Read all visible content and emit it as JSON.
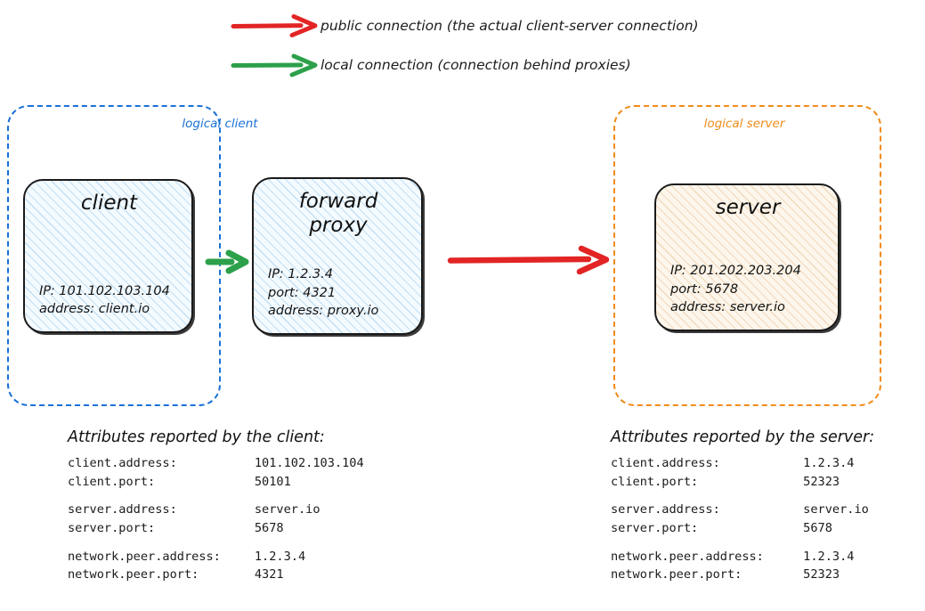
{
  "legend": {
    "items": [
      {
        "color": "#e22424",
        "icon": "arrow-right-icon",
        "label": "public connection (the actual client-server connection)"
      },
      {
        "color": "#2ca04a",
        "icon": "arrow-right-icon",
        "label": "local connection (connection behind proxies)"
      }
    ]
  },
  "groups": {
    "client": {
      "title": "logical client",
      "color": "#1971d6"
    },
    "server": {
      "title": "logical server",
      "color": "#f08c1a"
    }
  },
  "nodes": {
    "client": {
      "title": "client",
      "attrs": [
        "IP: 101.102.103.104",
        "address: client.io"
      ]
    },
    "forward_proxy": {
      "title_line1": "forward",
      "title_line2": "proxy",
      "attrs": [
        "IP: 1.2.3.4",
        "port: 4321",
        "address: proxy.io"
      ]
    },
    "server": {
      "title": "server",
      "attrs": [
        "IP: 201.202.203.204",
        "port: 5678",
        "address: server.io"
      ]
    }
  },
  "arrows": {
    "local": {
      "color": "#2ca04a",
      "name": "local-connection-arrow"
    },
    "public": {
      "color": "#e22424",
      "name": "public-connection-arrow"
    }
  },
  "attributes_client": {
    "heading": "Attributes reported by the client:",
    "rows": [
      {
        "key": "client.address:",
        "value": "101.102.103.104"
      },
      {
        "key": "client.port:",
        "value": "50101"
      },
      {
        "key": "server.address:",
        "value": "server.io"
      },
      {
        "key": "server.port:",
        "value": "5678"
      },
      {
        "key": "network.peer.address:",
        "value": "1.2.3.4"
      },
      {
        "key": "network.peer.port:",
        "value": "4321"
      }
    ]
  },
  "attributes_server": {
    "heading": "Attributes reported by the server:",
    "rows": [
      {
        "key": "client.address:",
        "value": "1.2.3.4"
      },
      {
        "key": "client.port:",
        "value": "52323"
      },
      {
        "key": "server.address:",
        "value": "server.io"
      },
      {
        "key": "server.port:",
        "value": "5678"
      },
      {
        "key": "network.peer.address:",
        "value": "1.2.3.4"
      },
      {
        "key": "network.peer.port:",
        "value": "52323"
      }
    ]
  }
}
